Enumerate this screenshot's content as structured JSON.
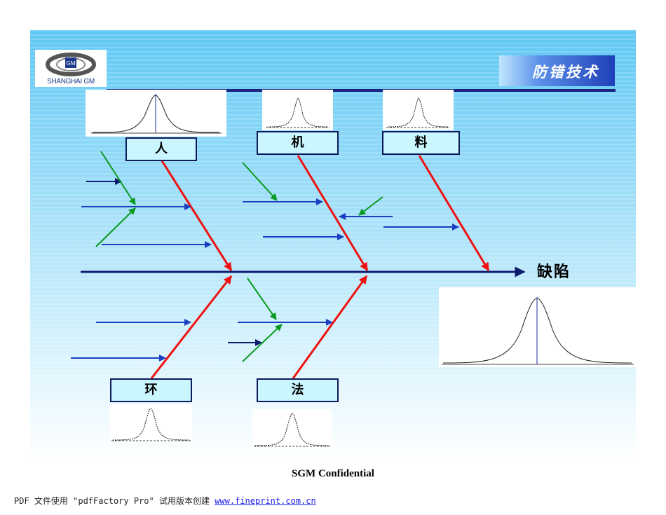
{
  "header": {
    "logo_text": "SHANGHAI GM",
    "logo_badge": "GM",
    "title": "防错技术"
  },
  "diagram": {
    "causes": {
      "man": "人",
      "machine": "机",
      "material": "料",
      "environment": "环",
      "method": "法"
    },
    "effect": "缺陷"
  },
  "footer": {
    "confidential": "SGM Confidential",
    "watermark_prefix": "PDF 文件使用 \"pdfFactory Pro\" 试用版本创建 ",
    "watermark_link": "www.fineprint.com.cn"
  },
  "colors": {
    "spine": "#0d1a6e",
    "bone": "#ee1111",
    "sub_arrow": "#1a3fc0",
    "minor_arrow": "#0a9a20",
    "title_bar": "#1f3fb8"
  }
}
